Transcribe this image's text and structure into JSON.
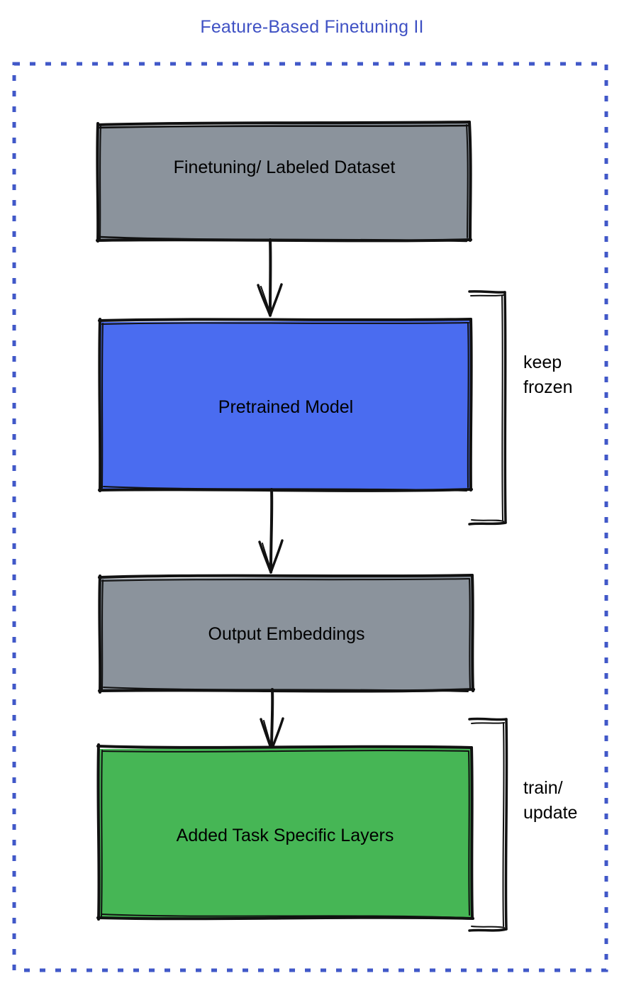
{
  "title": "Feature-Based Finetuning II",
  "colors": {
    "title_blue": "#3f51c4",
    "frame_blue": "#4158c8",
    "gray_fill": "#8b939c",
    "blue_fill": "#4a6cf0",
    "green_fill": "#46b655",
    "stroke_black": "#111111",
    "text_black": "#000000"
  },
  "frame": {
    "style": "dashed",
    "color": "#4158c8"
  },
  "nodes": [
    {
      "id": "dataset",
      "label": "Finetuning/ Labeled Dataset",
      "fill": "#8b939c"
    },
    {
      "id": "pretrained-model",
      "label": "Pretrained Model",
      "fill": "#4a6cf0"
    },
    {
      "id": "output-embeddings",
      "label": "Output Embeddings",
      "fill": "#8b939c"
    },
    {
      "id": "task-layers",
      "label": "Added Task Specific Layers",
      "fill": "#46b655"
    }
  ],
  "annotations": [
    {
      "id": "keep-frozen",
      "line1": "keep",
      "line2": "frozen",
      "targets": "pretrained-model"
    },
    {
      "id": "train-update",
      "line1": "train/",
      "line2": "update",
      "targets": "task-layers"
    }
  ],
  "arrows": [
    {
      "from": "dataset",
      "to": "pretrained-model"
    },
    {
      "from": "pretrained-model",
      "to": "output-embeddings"
    },
    {
      "from": "output-embeddings",
      "to": "task-layers"
    }
  ]
}
